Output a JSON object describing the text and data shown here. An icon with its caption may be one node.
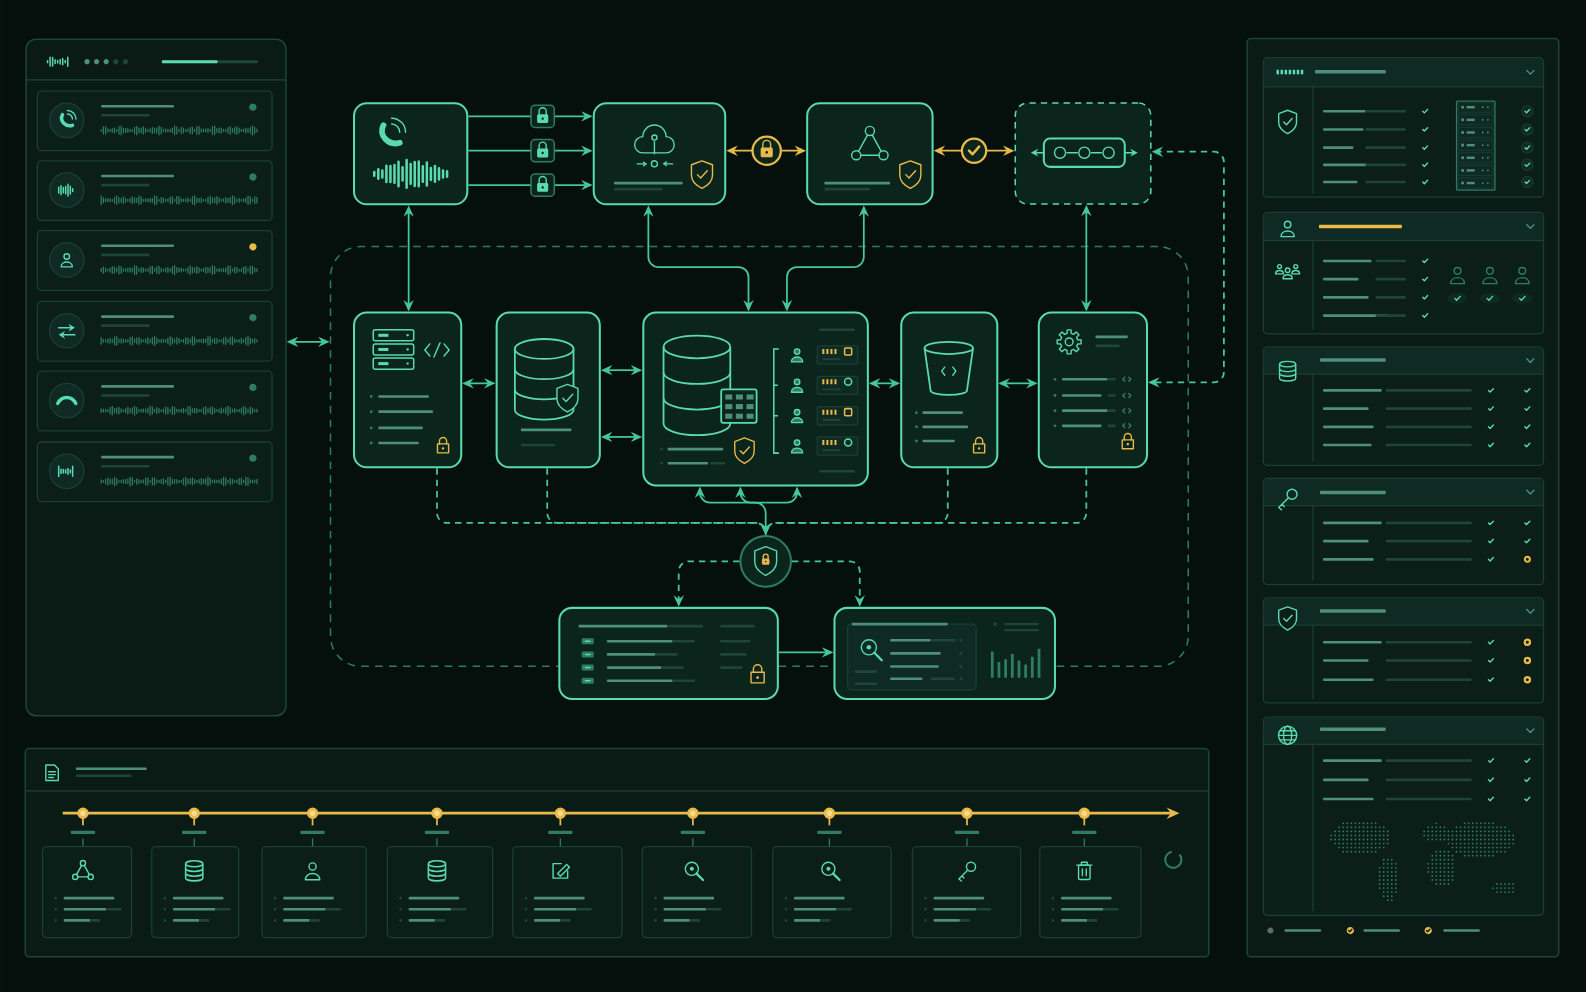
{
  "diagram": {
    "nodes": [
      {
        "text": [],
        "shape": "box"
      },
      {
        "text": [],
        "shape": "box"
      },
      {
        "text": [],
        "shape": "box"
      },
      {
        "text": [],
        "shape": "box"
      },
      {
        "text": [],
        "shape": "box"
      },
      {
        "text": [],
        "shape": "box"
      },
      {
        "text": [],
        "shape": "box",
        "in": 1
      },
      {
        "text": [],
        "shape": "box",
        "in": 1
      },
      {
        "text": [],
        "shape": "box",
        "in": 1
      },
      {
        "text": [],
        "shape": "box",
        "in": 1
      },
      {
        "text": [],
        "shape": "box",
        "in": 1
      },
      {
        "text": [],
        "shape": "circle",
        "in": 1
      },
      {
        "text": [],
        "shape": "box"
      },
      {
        "text": [],
        "shape": "box"
      }
    ],
    "edges": [
      {
        "from": 2,
        "to": 3,
        "arrow": "to"
      },
      {
        "from": 2,
        "to": 3,
        "arrow": "to"
      },
      {
        "from": 2,
        "to": 3,
        "arrow": "to"
      },
      {
        "from": 3,
        "to": 4,
        "arrow": "both",
        "color": "#e9b949"
      },
      {
        "from": 4,
        "to": 5,
        "arrow": "both",
        "color": "#e9b949"
      },
      {
        "from": 2,
        "to": 6,
        "arrow": "both"
      },
      {
        "from": 3,
        "to": 8,
        "arrow": "both"
      },
      {
        "from": 4,
        "to": 8,
        "arrow": "both"
      },
      {
        "from": 5,
        "to": 10,
        "arrow": "both"
      },
      {
        "from": 10,
        "to": 5,
        "arrow": "both",
        "style": "dashed"
      },
      {
        "from": 0,
        "to": 1,
        "arrow": "both"
      },
      {
        "from": 6,
        "to": 7,
        "arrow": "both"
      },
      {
        "from": 7,
        "to": 8,
        "arrow": "both"
      },
      {
        "from": 7,
        "to": 8,
        "arrow": "both"
      },
      {
        "from": 8,
        "to": 9,
        "arrow": "both"
      },
      {
        "from": 9,
        "to": 10,
        "arrow": "both"
      },
      {
        "from": 6,
        "to": 11,
        "arrow": "to",
        "style": "dashed"
      },
      {
        "from": 7,
        "to": 11,
        "arrow": "to",
        "style": "dashed"
      },
      {
        "from": 9,
        "to": 11,
        "arrow": "to",
        "style": "dashed"
      },
      {
        "from": 10,
        "to": 11,
        "arrow": "to",
        "style": "dashed"
      },
      {
        "from": 11,
        "to": 8,
        "arrow": "to"
      },
      {
        "from": 11,
        "to": 12,
        "arrow": "to",
        "style": "dashed"
      },
      {
        "from": 11,
        "to": 13,
        "arrow": "to",
        "style": "dashed"
      },
      {
        "from": 12,
        "to": 13,
        "arrow": "to"
      }
    ]
  }
}
